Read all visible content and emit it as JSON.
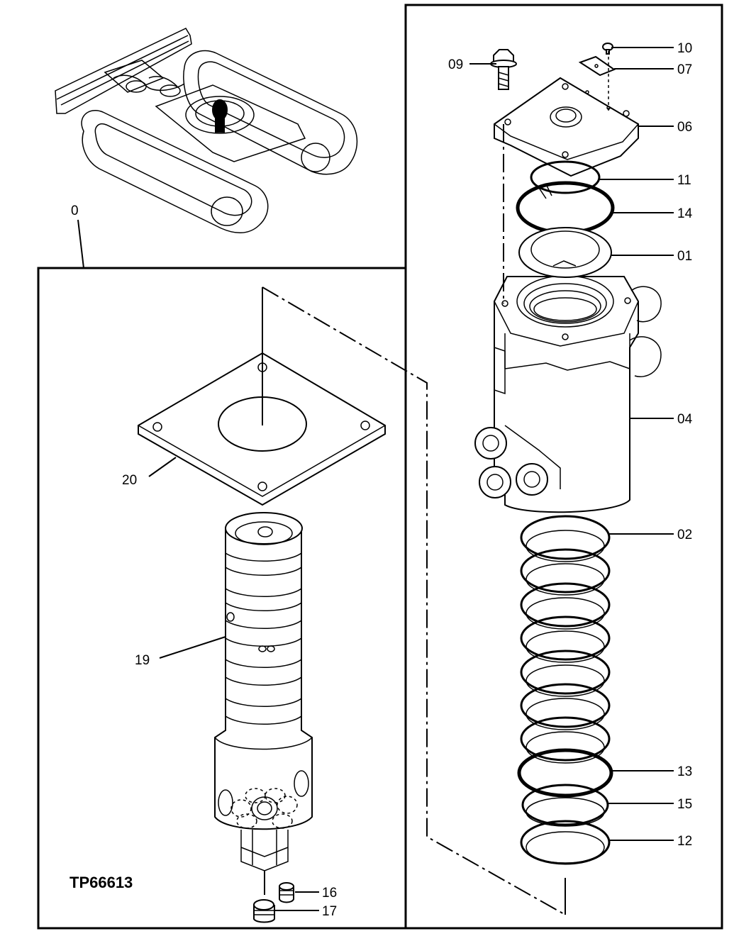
{
  "figure": {
    "id": "TP66613"
  },
  "callouts": [
    {
      "key": "c00",
      "label": "0"
    },
    {
      "key": "c09",
      "label": "09"
    },
    {
      "key": "c10",
      "label": "10"
    },
    {
      "key": "c07",
      "label": "07"
    },
    {
      "key": "c06",
      "label": "06"
    },
    {
      "key": "c11",
      "label": "11"
    },
    {
      "key": "c14",
      "label": "14"
    },
    {
      "key": "c01",
      "label": "01"
    },
    {
      "key": "c04",
      "label": "04"
    },
    {
      "key": "c02",
      "label": "02"
    },
    {
      "key": "c13",
      "label": "13"
    },
    {
      "key": "c15",
      "label": "15"
    },
    {
      "key": "c12",
      "label": "12"
    },
    {
      "key": "c20",
      "label": "20"
    },
    {
      "key": "c19",
      "label": "19"
    },
    {
      "key": "c16",
      "label": "16"
    },
    {
      "key": "c17",
      "label": "17"
    }
  ]
}
